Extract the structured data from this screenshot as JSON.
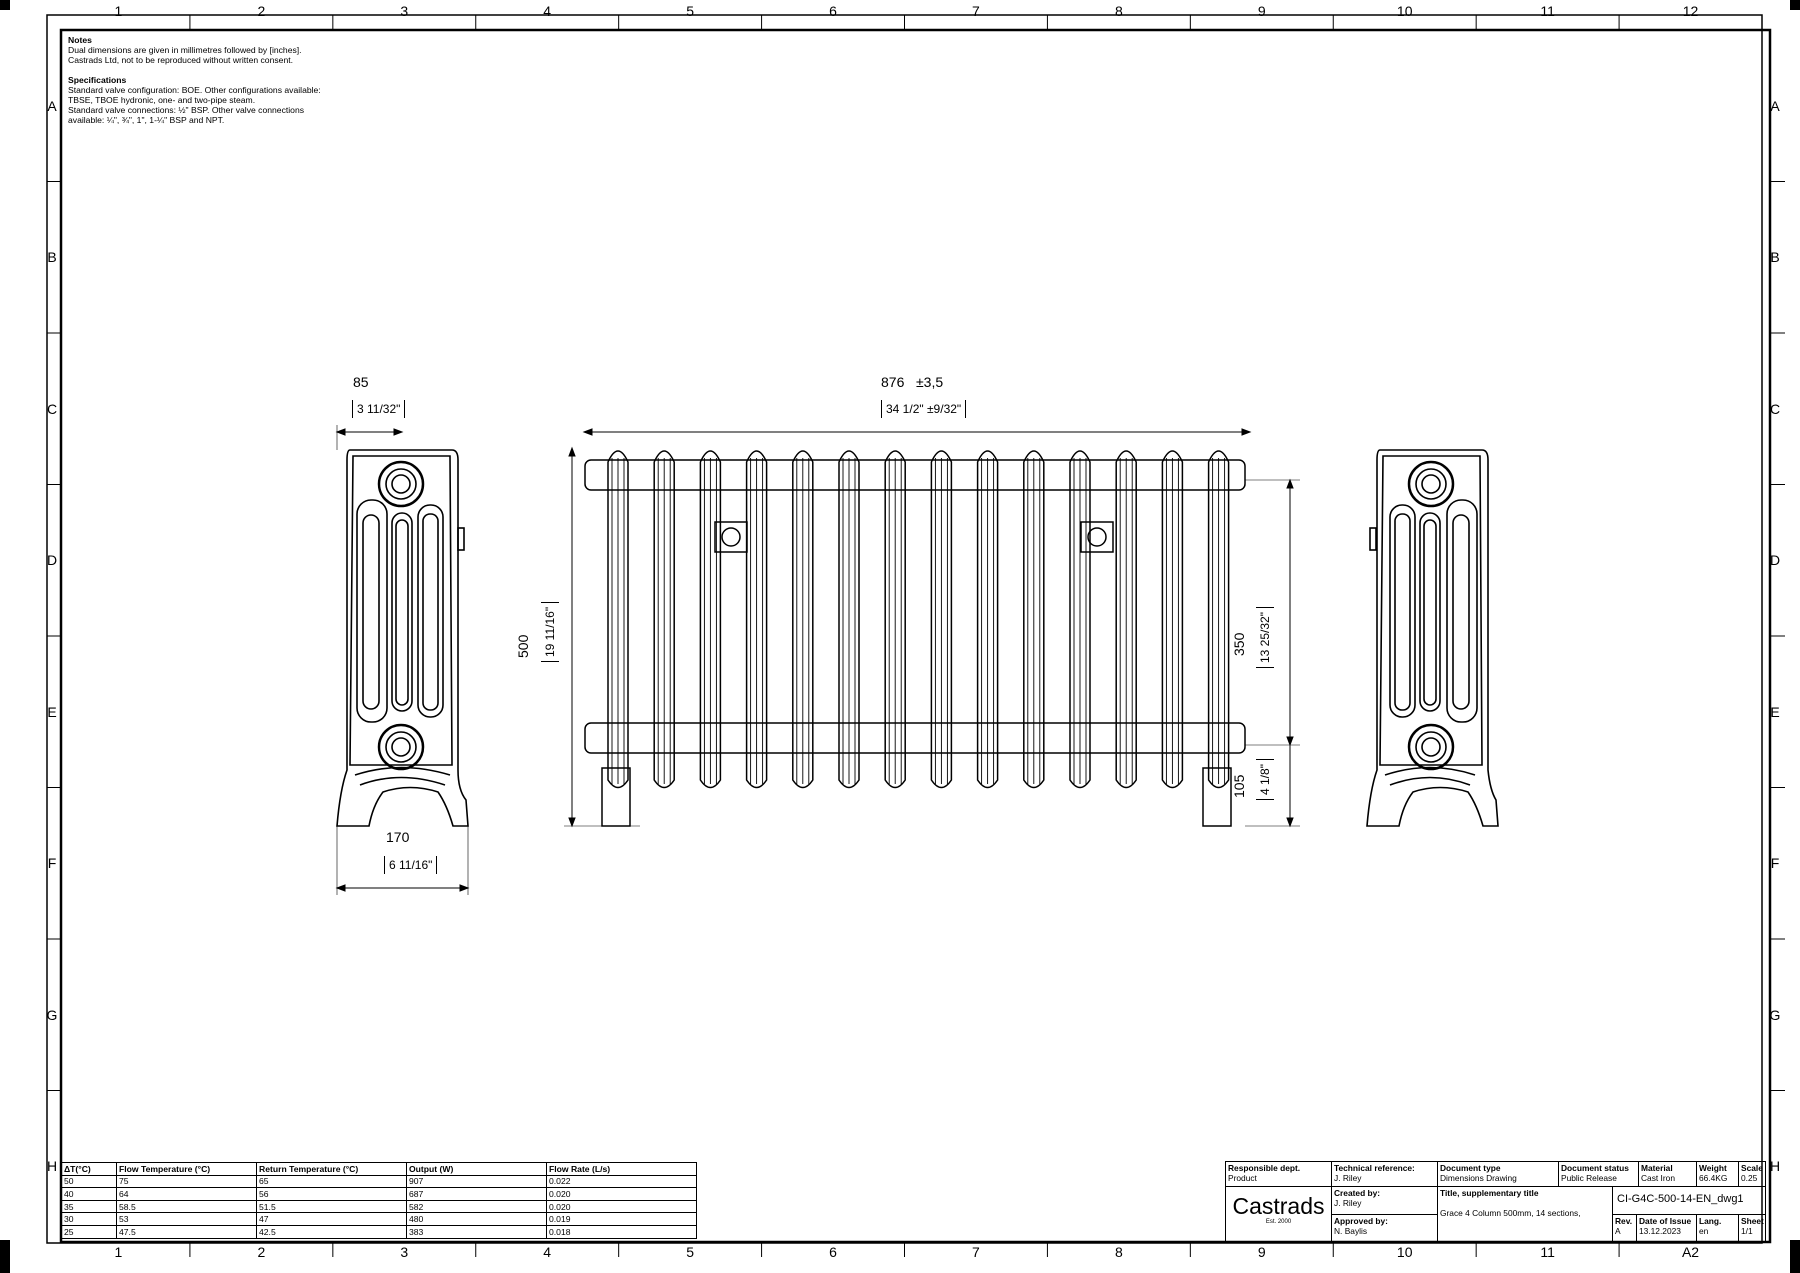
{
  "grid": {
    "columns": [
      "1",
      "2",
      "3",
      "4",
      "5",
      "6",
      "7",
      "8",
      "9",
      "10",
      "11",
      "12"
    ],
    "rows": [
      "A",
      "B",
      "C",
      "D",
      "E",
      "F",
      "G",
      "H"
    ],
    "sheet_size": "A2"
  },
  "notes": {
    "title": "Notes",
    "lines": [
      "Dual dimensions are given in millimetres followed by [inches].",
      "Castrads Ltd, not to be reproduced without written consent."
    ]
  },
  "specifications": {
    "title": "Specifications",
    "lines": [
      "Standard valve configuration: BOE. Other configurations available:",
      "TBSE, TBOE hydronic, one- and two-pipe steam.",
      "Standard valve connections: ½\" BSP. Other valve connections",
      "available: ¼\", ¾\", 1\", 1-¼\" BSP and NPT."
    ]
  },
  "dimensions": {
    "side_depth_mm": "85",
    "side_depth_in": "3 11/32\"",
    "foot_width_mm": "170",
    "foot_width_in": "6 11/16\"",
    "length_mm": "876",
    "length_tol_mm": "±3,5",
    "length_in": "34 1/2\"",
    "length_tol_in": "±9/32\"",
    "height_mm": "500",
    "height_in": "19 11/16\"",
    "centres_mm": "350",
    "centres_in": "13 25/32\"",
    "floor_mm": "105",
    "floor_in": "4 1/8\""
  },
  "performance_table": {
    "headers": [
      "ΔT(°C)",
      "Flow Temperature (°C)",
      "Return Temperature (°C)",
      "Output (W)",
      "Flow Rate (L/s)"
    ],
    "rows": [
      [
        "50",
        "75",
        "65",
        "907",
        "0.022"
      ],
      [
        "40",
        "64",
        "56",
        "687",
        "0.020"
      ],
      [
        "35",
        "58.5",
        "51.5",
        "582",
        "0.020"
      ],
      [
        "30",
        "53",
        "47",
        "480",
        "0.019"
      ],
      [
        "25",
        "47.5",
        "42.5",
        "383",
        "0.018"
      ]
    ]
  },
  "title_block": {
    "responsible_dept_label": "Responsible dept.",
    "responsible_dept": "Product",
    "technical_reference_label": "Technical reference:",
    "technical_reference": "J. Riley",
    "document_type_label": "Document type",
    "document_type": "Dimensions Drawing",
    "document_status_label": "Document status",
    "document_status": "Public Release",
    "material_label": "Material",
    "material": "Cast Iron",
    "weight_label": "Weight",
    "weight": "66.4KG",
    "scale_label": "Scale",
    "scale": "0.25",
    "logo": "Castrads",
    "logo_sub": "Est. 2000",
    "created_by_label": "Created by:",
    "created_by": "J. Riley",
    "approved_by_label": "Approved by:",
    "approved_by": "N. Baylis",
    "title_label": "Title, supplementary title",
    "title": "Grace 4 Column 500mm, 14 sections,",
    "drawing_number": "CI-G4C-500-14-EN_dwg1",
    "rev_label": "Rev.",
    "rev": "A",
    "date_label": "Date of Issue",
    "date": "13.12.2023",
    "lang_label": "Lang.",
    "lang": "en",
    "sheet_label": "Sheet",
    "sheet": "1/1"
  }
}
